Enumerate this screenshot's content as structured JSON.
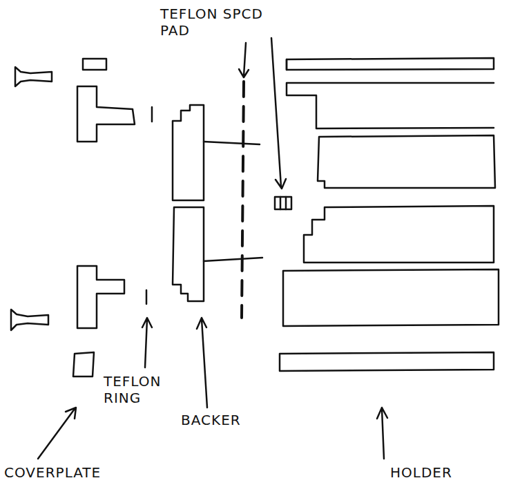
{
  "diagram": {
    "labels": [
      "TEFLON SPCD PAD",
      "TEFLON RING",
      "BACKER",
      "COVERPLATE",
      "HOLDER"
    ]
  }
}
